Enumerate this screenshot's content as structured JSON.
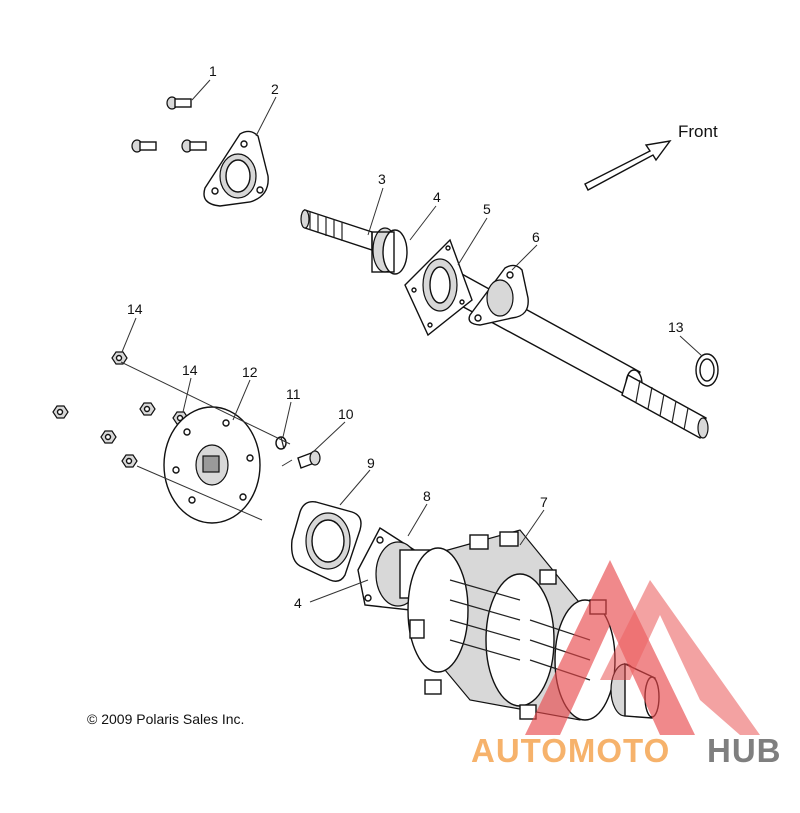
{
  "diagram": {
    "front_label": "Front",
    "copyright": "© 2009 Polaris Sales Inc.",
    "callouts": [
      {
        "id": "c1",
        "label": "1"
      },
      {
        "id": "c2",
        "label": "2"
      },
      {
        "id": "c3",
        "label": "3"
      },
      {
        "id": "c4a",
        "label": "4"
      },
      {
        "id": "c5",
        "label": "5"
      },
      {
        "id": "c6",
        "label": "6"
      },
      {
        "id": "c13",
        "label": "13"
      },
      {
        "id": "c14a",
        "label": "14"
      },
      {
        "id": "c14b",
        "label": "14"
      },
      {
        "id": "c12",
        "label": "12"
      },
      {
        "id": "c11",
        "label": "11"
      },
      {
        "id": "c10",
        "label": "10"
      },
      {
        "id": "c9",
        "label": "9"
      },
      {
        "id": "c8",
        "label": "8"
      },
      {
        "id": "c7",
        "label": "7"
      },
      {
        "id": "c4b",
        "label": "4"
      }
    ]
  },
  "watermark": {
    "part1": "AUTOMOTO",
    "part2": "HUB",
    "color_primary": "#f6b26b",
    "color_secondary": "#7f7f7f",
    "logo_color": "#e8474a"
  }
}
